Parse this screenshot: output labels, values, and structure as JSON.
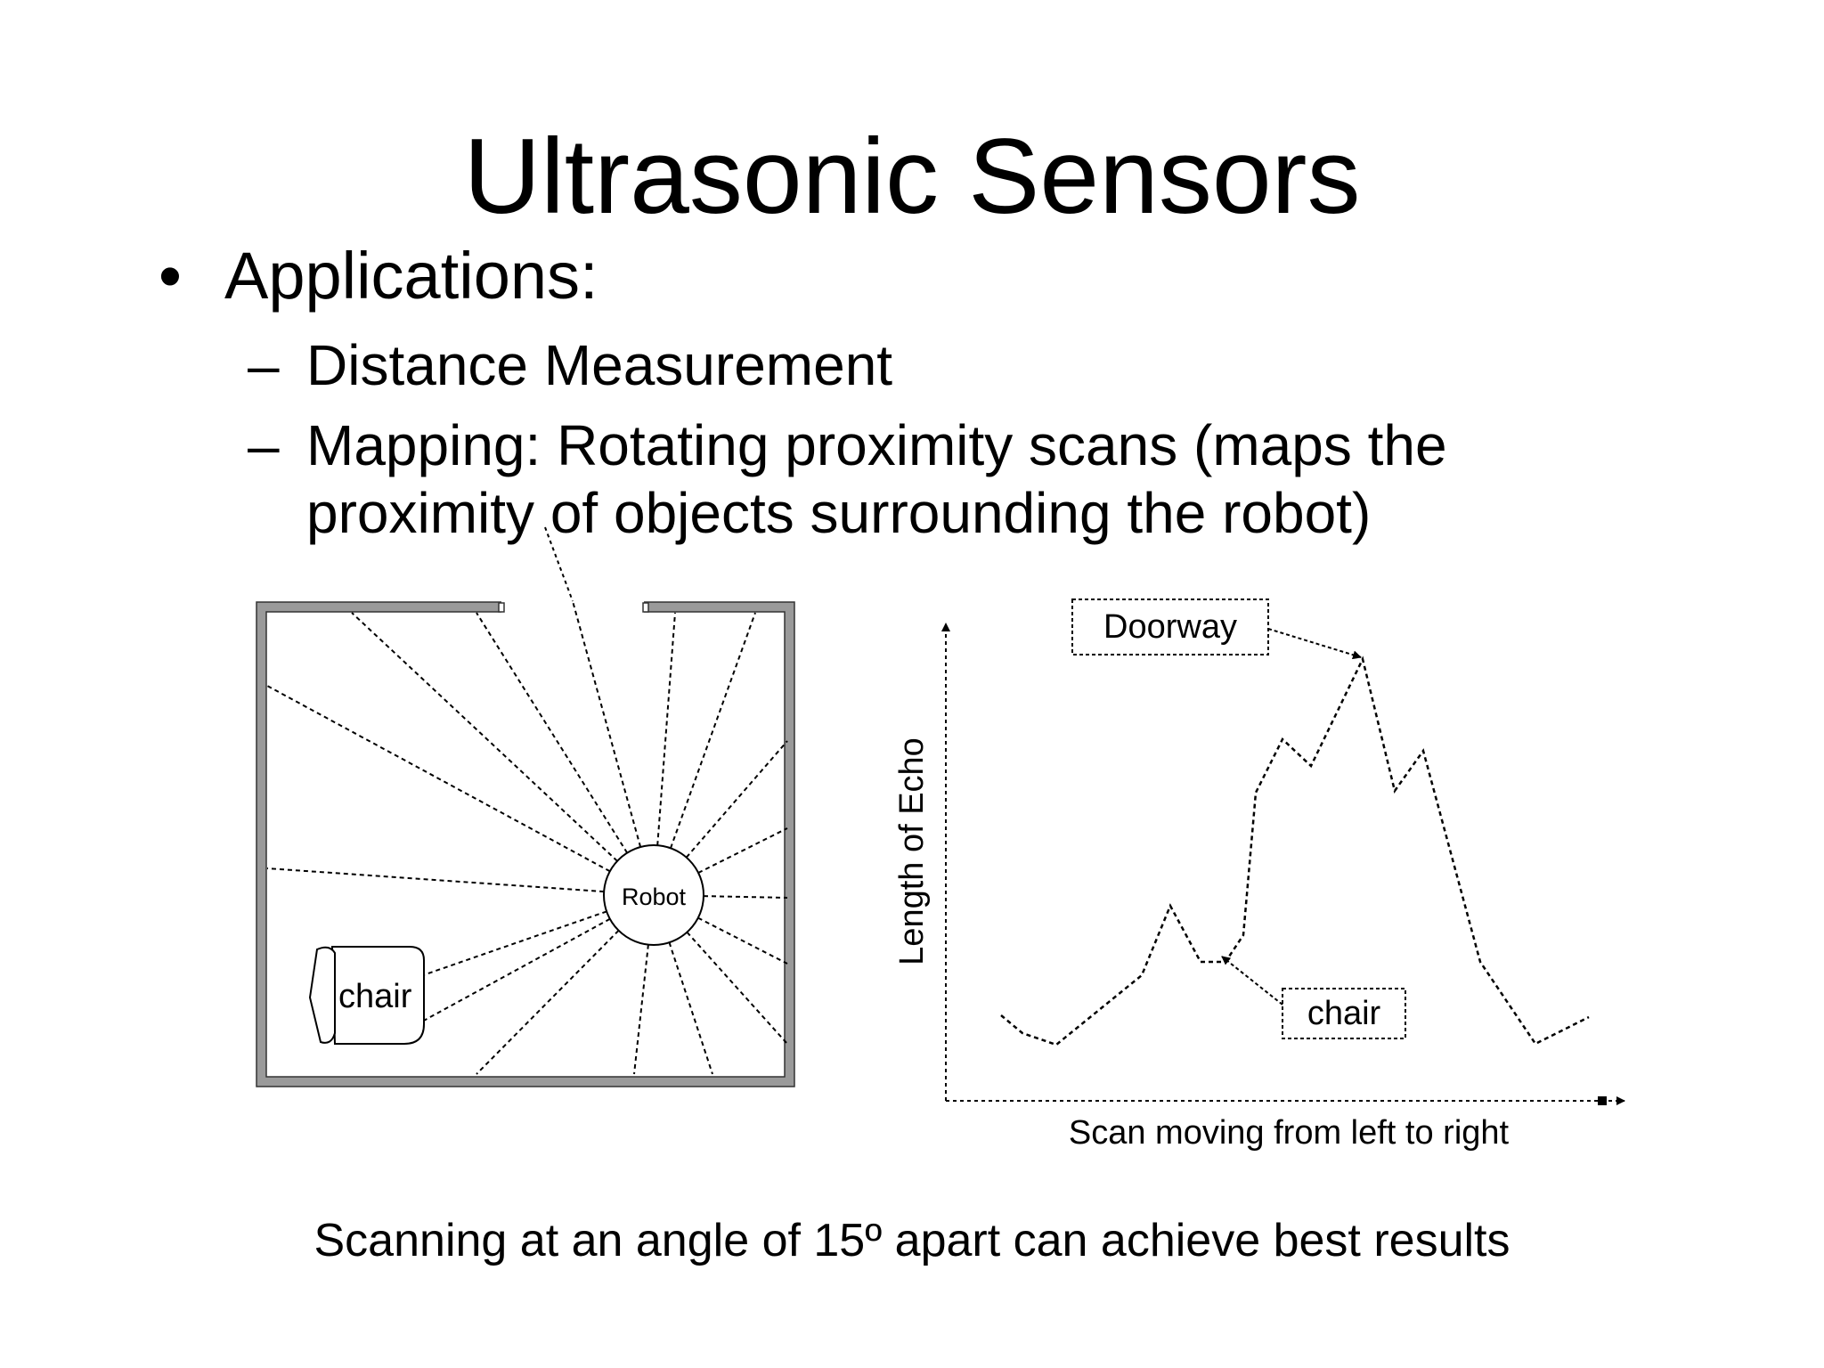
{
  "slide": {
    "title": "Ultrasonic Sensors",
    "bullet_symbol": "•",
    "bullet": "Applications:",
    "dash_symbol": "–",
    "subbullets": [
      "Distance Measurement",
      "Mapping: Rotating proximity scans (maps the",
      "proximity of objects surrounding the robot)"
    ],
    "caption": "Scanning at an angle of 15º apart can achieve best results"
  },
  "room_diagram": {
    "robot_label": "Robot",
    "chair_label": "chair"
  },
  "echo_graph": {
    "ylabel": "Length of Echo",
    "xlabel": "Scan moving from left to right",
    "callouts": {
      "doorway": "Doorway",
      "chair": "chair"
    }
  }
}
